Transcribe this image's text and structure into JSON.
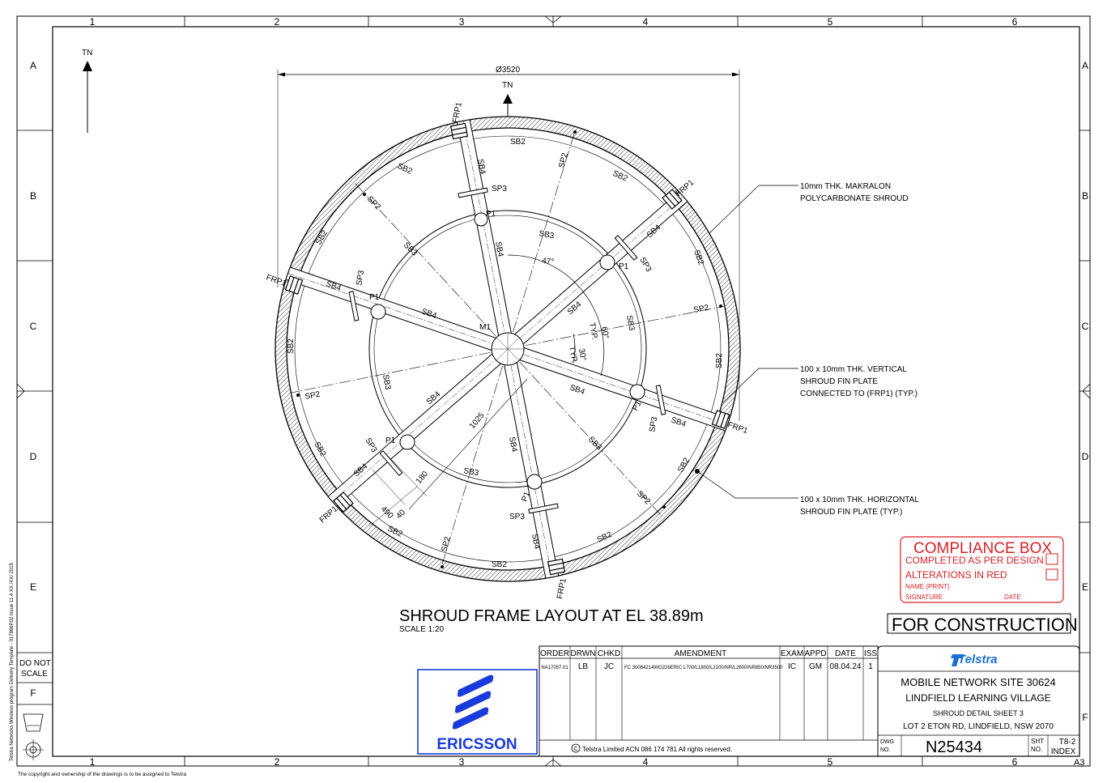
{
  "frame": {
    "col_labels": [
      "1",
      "2",
      "3",
      "4",
      "5",
      "6"
    ],
    "row_labels": [
      "A",
      "B",
      "C",
      "D",
      "E",
      "F"
    ],
    "left_vertical_note": "Telstra Networks Wireless program Delivery Template - 017866P02 Issue 11.4 XX /XX/ 2015",
    "bottom_note": "The copyright and ownership of the drawings is to be assigned to Telstra",
    "sheet_size": "A3",
    "do_not_scale": [
      "DO NOT",
      "SCALE"
    ]
  },
  "north": {
    "label": "TN"
  },
  "drawing": {
    "diameter_label": "Ø3520",
    "north_label": "TN",
    "center_label": "M1",
    "angle_47": "47°",
    "angle_60": "60°",
    "angle_30": "30°",
    "typ_1": "TYP.",
    "typ_2": "TYP.",
    "dim_1025": "1025",
    "dim_180": "180",
    "dim_490": "490",
    "dim_40": "40",
    "labels": {
      "sb2": "SB2",
      "sb3": "SB3",
      "sb4": "SB4",
      "sp1": "P1",
      "sp2": "SP2",
      "sp3": "SP3",
      "frp1": "FRP1"
    },
    "title": "SHROUD FRAME LAYOUT AT EL 38.89m",
    "scale": "SCALE 1:20"
  },
  "notes": {
    "makralon": [
      "10mm THK. MAKRALON",
      "POLYCARBONATE SHROUD"
    ],
    "vertical_fin": [
      "100 x 10mm THK. VERTICAL",
      "SHROUD FIN PLATE",
      "CONNECTED TO (FRP1) (TYP.)"
    ],
    "horizontal_fin": [
      "100 x 10mm THK. HORIZONTAL",
      "SHROUD FIN PLATE  (TYP.)"
    ]
  },
  "compliance": {
    "title": "COMPLIANCE BOX",
    "line1": "COMPLETED AS PER DESIGN",
    "line2": "ALTERATIONS IN RED",
    "name": "NAME (PRINT)",
    "signature": "SIGNATURE",
    "date": "DATE",
    "color": "#d81f26"
  },
  "status": "FOR CONSTRUCTION",
  "revisions": {
    "headers": [
      "ORDER",
      "DRWN",
      "CHKD",
      "AMENDMENT",
      "EXAM",
      "APPD",
      "DATE",
      "ISS"
    ],
    "row": [
      "NA17057.01",
      "LB",
      "JC",
      "FC 30084214WO226ERIC L700/L1800/L2100/NR/L2600/NR850/NR3500",
      "IC",
      "GM",
      "08.04.24",
      "1"
    ],
    "copyright_symbol": "C",
    "copyright": "Telstra Limited   ACN 086 174 781   All rights reserved."
  },
  "ericsson": {
    "name": "ERICSSON",
    "brand_color": "#1a3bdb"
  },
  "title_block": {
    "telstra": "Telstra",
    "telstra_color": "#1a6fd1",
    "line1": "MOBILE NETWORK SITE 30624",
    "line2": "LINDFIELD LEARNING VILLAGE",
    "line3": "SHROUD DETAIL SHEET 3",
    "line4": "LOT 2 ETON RD, LINDFIELD, NSW 2070",
    "dwg_label": [
      "DWG",
      "NO."
    ],
    "dwg_no": "N25434",
    "sht_label": [
      "SHT",
      "NO."
    ],
    "sht_no": "T8-2",
    "index": "INDEX"
  }
}
